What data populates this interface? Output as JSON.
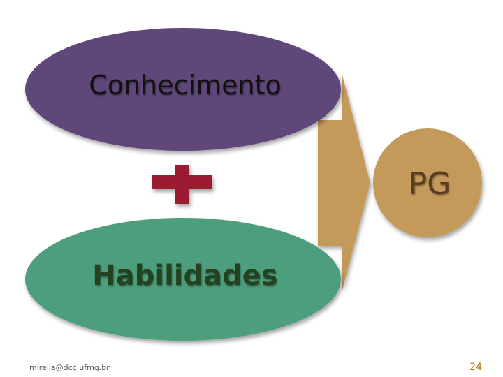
{
  "diagram": {
    "top_ellipse": {
      "label": "Conhecimento",
      "color": "#5f4679"
    },
    "bottom_ellipse": {
      "label": "Habilidades",
      "color": "#4e9e7b"
    },
    "plus_sign": {
      "color": "#9b1c31"
    },
    "arrow": {
      "color": "#c49a5a"
    },
    "result_circle": {
      "label": "PG",
      "color": "#c49a5a"
    }
  },
  "footer": {
    "email": "mirella@dcc.ufmg.br",
    "page_number": "24"
  }
}
